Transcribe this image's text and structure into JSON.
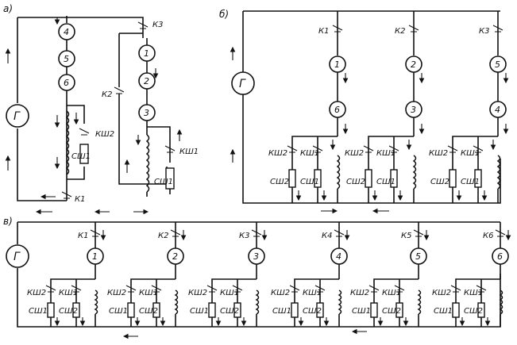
{
  "parts": [
    "а)",
    "б)",
    "в)"
  ],
  "generator": "Г",
  "panel_a": {
    "motors": [
      "4",
      "5",
      "6",
      "1",
      "2",
      "3"
    ],
    "contactors": [
      "К1",
      "К2",
      "К3"
    ],
    "shunt_contactors": [
      "КШ2",
      "КШ1"
    ],
    "resistors": [
      "СШ1",
      "СШ1"
    ]
  },
  "panel_b": {
    "groups": [
      {
        "contactor": "К1",
        "motors": [
          "1",
          "6"
        ]
      },
      {
        "contactor": "К2",
        "motors": [
          "2",
          "3"
        ]
      },
      {
        "contactor": "К3",
        "motors": [
          "5",
          "4"
        ]
      }
    ],
    "shunt_contactors": [
      "КШ2",
      "КШ1"
    ],
    "resistors": [
      "СШ2",
      "СШ1"
    ]
  },
  "panel_c": {
    "branches": [
      {
        "contactor": "К1",
        "motor": "1"
      },
      {
        "contactor": "К2",
        "motor": "2"
      },
      {
        "contactor": "К3",
        "motor": "3"
      },
      {
        "contactor": "К4",
        "motor": "4"
      },
      {
        "contactor": "К5",
        "motor": "5"
      },
      {
        "contactor": "К6",
        "motor": "6"
      }
    ],
    "shunt_contactors": [
      "КШ2",
      "КШ1"
    ],
    "resistors": [
      "СШ1",
      "СШ2"
    ]
  }
}
